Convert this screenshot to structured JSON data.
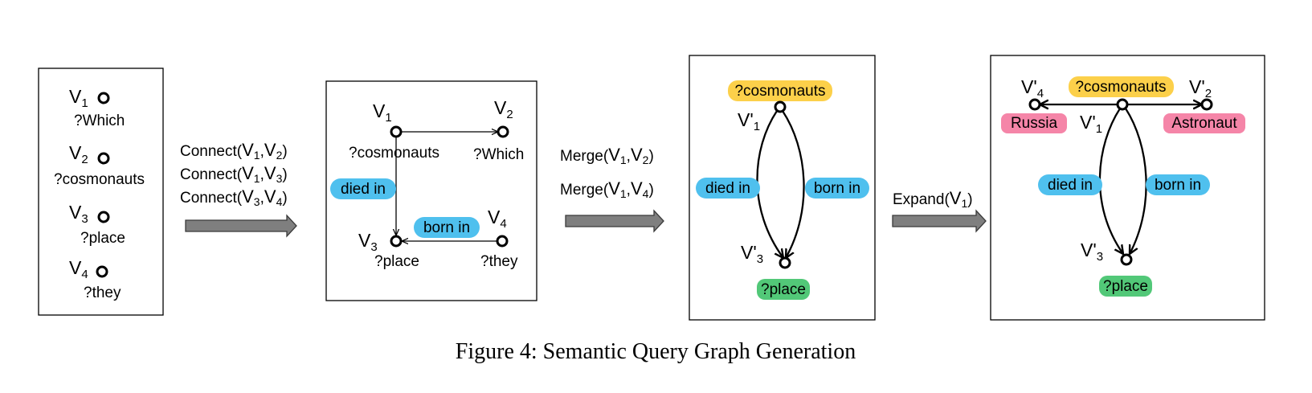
{
  "panel1": {
    "v1": "V",
    "v1_sub": "1",
    "v1_text": "?Which",
    "v2": "V",
    "v2_sub": "2",
    "v2_text": "?cosmonauts",
    "v3": "V",
    "v3_sub": "3",
    "v3_text": "?place",
    "v4": "V",
    "v4_sub": "4",
    "v4_text": "?they"
  },
  "op1": {
    "line1_pre": "Connect(",
    "line1_a": "V",
    "line1_a_sub": "1",
    "line1_sep": ",",
    "line1_b": "V",
    "line1_b_sub": "2",
    "line1_post": ")",
    "line2_pre": "Connect(",
    "line2_a": "V",
    "line2_a_sub": "1",
    "line2_sep": ",",
    "line2_b": "V",
    "line2_b_sub": "3",
    "line2_post": ")",
    "line3_pre": "Connect(",
    "line3_a": "V",
    "line3_a_sub": "3",
    "line3_sep": ",",
    "line3_b": "V",
    "line3_b_sub": "4",
    "line3_post": ")"
  },
  "panel2": {
    "v1": "V",
    "v1_sub": "1",
    "v1_text": "?cosmonauts",
    "v2": "V",
    "v2_sub": "2",
    "v2_text": "?Which",
    "v3": "V",
    "v3_sub": "3",
    "v3_text": "?place",
    "v4": "V",
    "v4_sub": "4",
    "v4_text": "?they",
    "edge_died": "died in",
    "edge_born": "born in"
  },
  "op2": {
    "line1_pre": "Merge(",
    "line1_a": "V",
    "line1_a_sub": "1",
    "line1_sep": ",",
    "line1_b": "V",
    "line1_b_sub": "2",
    "line1_post": ")",
    "line2_pre": "Merge(",
    "line2_a": "V",
    "line2_a_sub": "1",
    "line2_sep": ",",
    "line2_b": "V",
    "line2_b_sub": "4",
    "line2_post": ")"
  },
  "panel3": {
    "top_tag": "?cosmonauts",
    "v1": "V'",
    "v1_sub": "1",
    "v3": "V'",
    "v3_sub": "3",
    "bottom_tag": "?place",
    "edge_died": "died in",
    "edge_born": "born in"
  },
  "op3": {
    "line1_pre": "Expand(",
    "line1_a": "V",
    "line1_a_sub": "1",
    "line1_post": ")"
  },
  "panel4": {
    "top_tag": "?cosmonauts",
    "v4": "V'",
    "v4_sub": "4",
    "v2": "V'",
    "v2_sub": "2",
    "v1": "V'",
    "v1_sub": "1",
    "v3": "V'",
    "v3_sub": "3",
    "left_tag": "Russia",
    "right_tag": "Astronaut",
    "bottom_tag": "?place",
    "edge_died": "died in",
    "edge_born": "born in"
  },
  "caption": {
    "label": "Figure 4:",
    "text": "Semantic Query Graph Generation"
  },
  "colors": {
    "relation_pill": "#4fc0ee",
    "subject_pill": "#fcd04a",
    "place_pill": "#52c878",
    "entity_pill": "#f585a8",
    "arrow": "#7f7f7f"
  }
}
